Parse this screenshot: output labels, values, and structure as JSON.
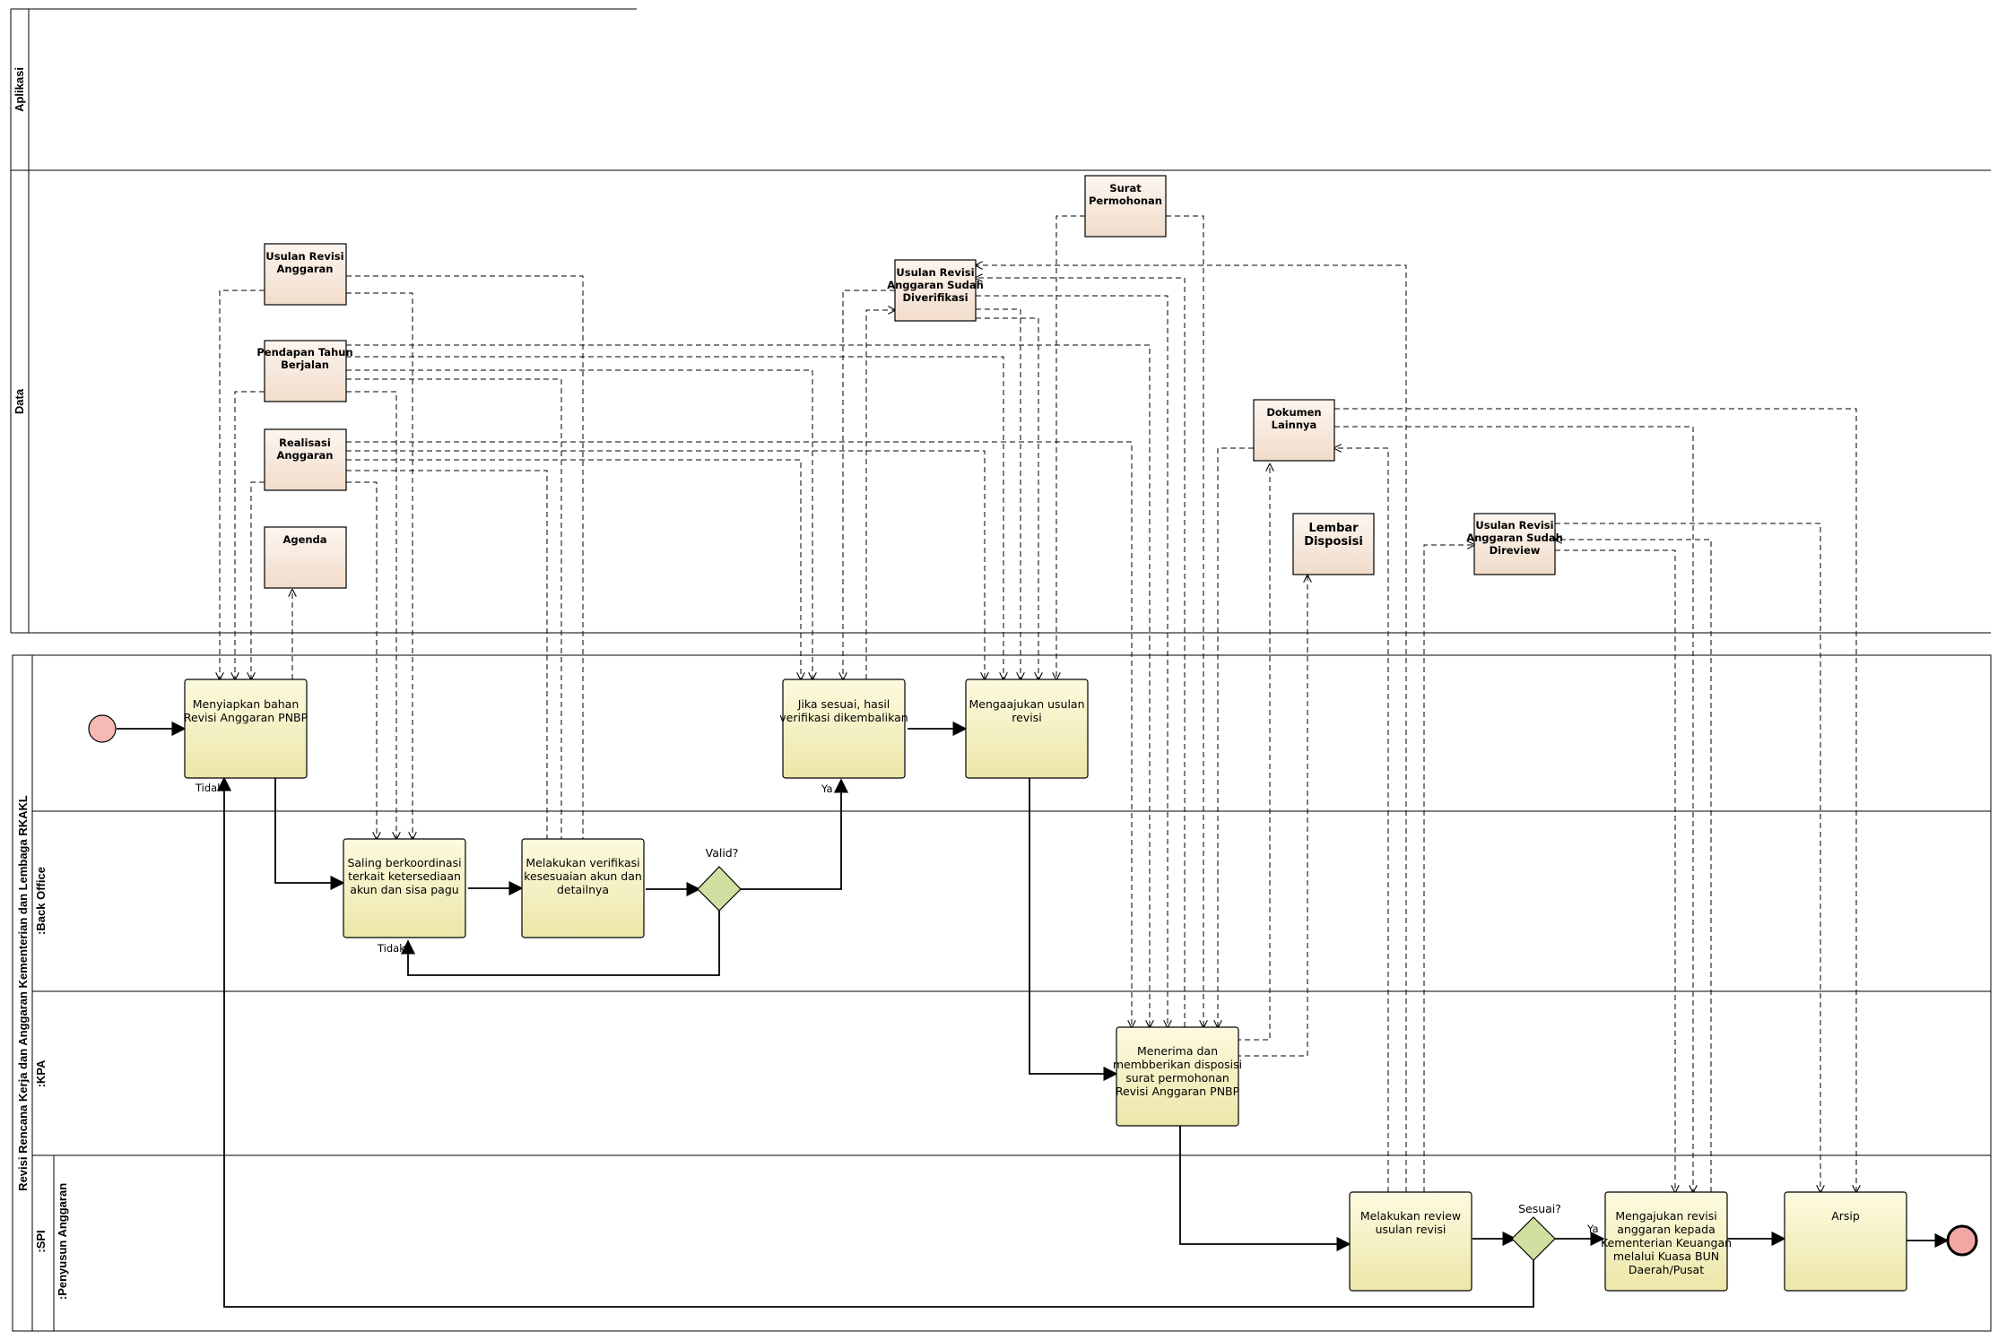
{
  "lanes": {
    "aplikasi": "Aplikasi",
    "data": "Data",
    "pool": "Revisi Rencana Kerja dan Anggaran Kementerian dan Lembaga RKAKL",
    "back_office": ":Back Office",
    "kpa": ":KPA",
    "spi": ":SPI",
    "penyusun": ":Penyusun Anggaran"
  },
  "data_objects": {
    "usulan_revisi": [
      "Usulan Revisi",
      "Anggaran"
    ],
    "pendapatan": [
      "Pendapan Tahun",
      "Berjalan"
    ],
    "realisasi": [
      "Realisasi",
      "Anggaran"
    ],
    "agenda": [
      "Agenda"
    ],
    "diverifikasi": [
      "Usulan Revisi",
      "Anggaran Sudah",
      "Diverifikasi"
    ],
    "surat": [
      "Surat",
      "Permohonan"
    ],
    "dokumen": [
      "Dokumen",
      "Lainnya"
    ],
    "disposisi": [
      "Lembar",
      "Disposisi"
    ],
    "direview": [
      "Usulan Revisi",
      "Anggaran Sudah",
      "Direview"
    ]
  },
  "tasks": {
    "menyiapkan": [
      "Menyiapkan bahan",
      "Revisi Anggaran PNBP"
    ],
    "jika_sesuai": [
      "Jika sesuai, hasil",
      "verifikasi dikembalikan"
    ],
    "mengajukan_usulan": [
      "Mengaajukan usulan",
      "revisi"
    ],
    "koordinasi": [
      "Saling berkoordinasi",
      "terkait ketersediaan",
      "akun dan sisa pagu"
    ],
    "verifikasi": [
      "Melakukan verifikasi",
      "kesesuaian akun dan",
      "detailnya"
    ],
    "menerima": [
      "Menerima dan",
      "membberikan disposisi",
      "surat permohonan",
      "Revisi Anggaran PNBP"
    ],
    "review": [
      "Melakukan review",
      "usulan revisi"
    ],
    "mengajukan_kemenkeu": [
      "Mengajukan revisi",
      "anggaran kepada",
      "Kementerian Keuangan",
      "melalui Kuasa BUN",
      "Daerah/Pusat"
    ],
    "arsip": [
      "Arsip"
    ]
  },
  "gateways": {
    "valid": "Valid?",
    "sesuai": "Sesuai?"
  },
  "flow_labels": {
    "tidak_top": "Tidak",
    "ya_top": "Ya",
    "tidak_bottom": "Tidak",
    "ya_right": "Ya"
  },
  "colors": {
    "task_fill_top": "#fdfbe0",
    "task_fill_bottom": "#ece6a8",
    "data_fill_top": "#fdf6ef",
    "data_fill_bottom": "#f1dccb",
    "gateway": "#cfe0a0",
    "start": "#f6b9b5",
    "end": "#f3a7a3"
  }
}
